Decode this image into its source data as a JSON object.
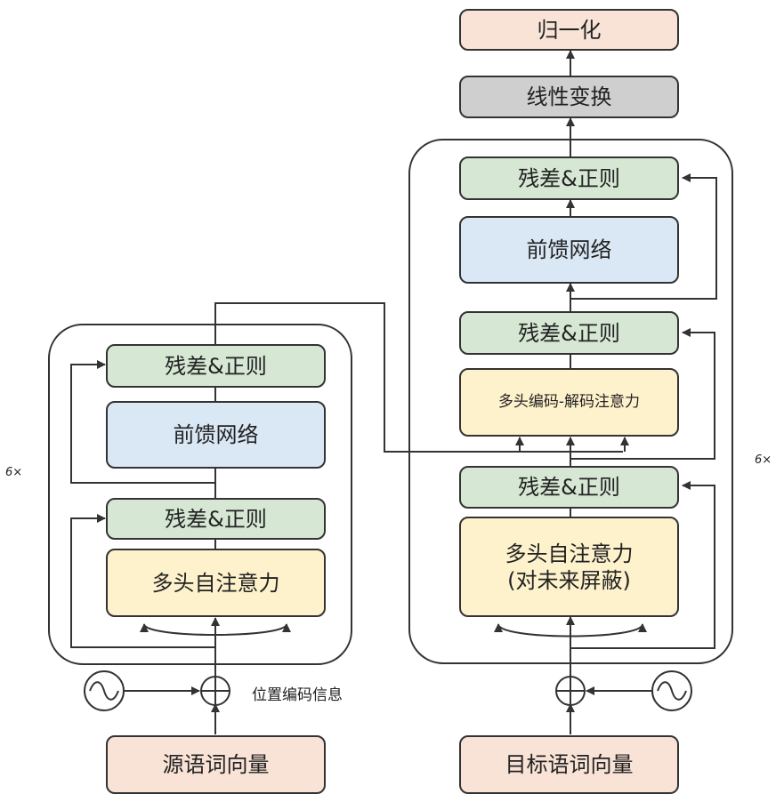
{
  "encoder": {
    "repeat": "6×",
    "addnorm_top": "残差&正则",
    "ffn": "前馈网络",
    "addnorm_bottom": "残差&正则",
    "self_attention": "多头自注意力",
    "input": "源语词向量",
    "positional_label": "位置编码信息"
  },
  "decoder": {
    "repeat": "6×",
    "normalize": "归一化",
    "linear": "线性变换",
    "addnorm_top": "残差&正则",
    "ffn": "前馈网络",
    "addnorm_mid": "残差&正则",
    "cross_attention": "多头编码-解码注意力",
    "addnorm_bottom": "残差&正则",
    "masked_attention_line1": "多头自注意力",
    "masked_attention_line2": "(对未来屏蔽)",
    "input": "目标语词向量"
  },
  "colors": {
    "addnorm": "#d6e8d4",
    "ffn": "#dae7f5",
    "attention": "#fef2cc",
    "input": "#f8e3d6",
    "linear": "#cfcfcf",
    "line": "#333333"
  }
}
